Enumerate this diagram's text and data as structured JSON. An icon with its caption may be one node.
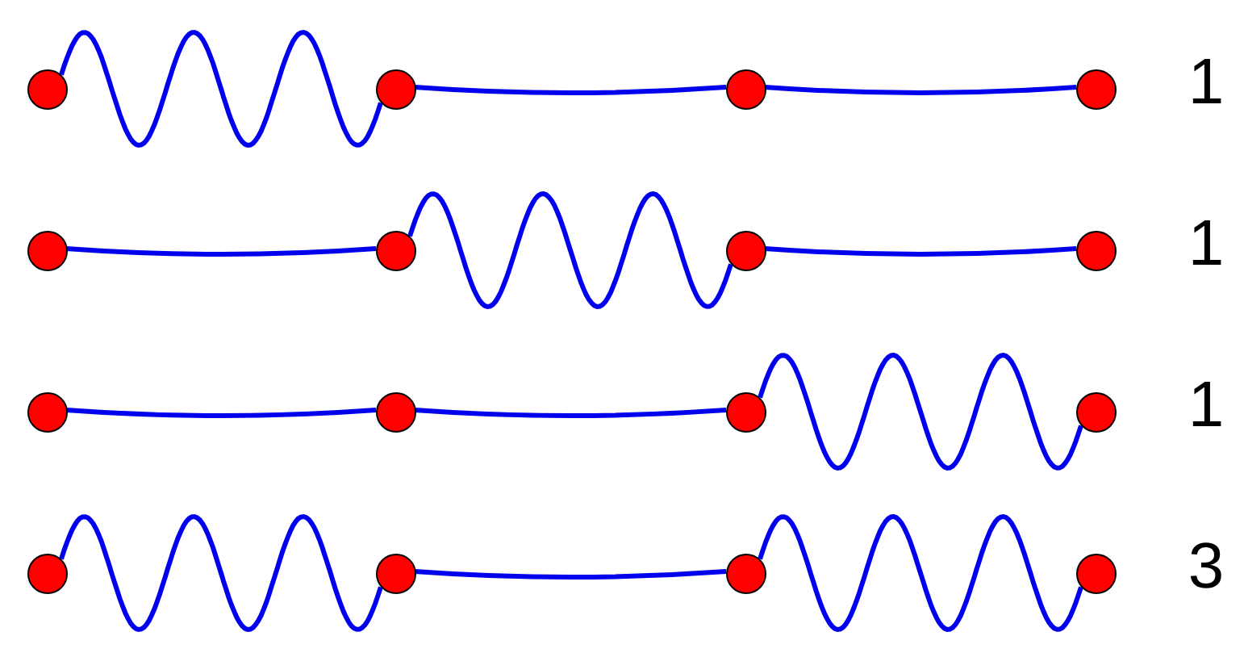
{
  "diagram": {
    "nodes": [
      {
        "text": [],
        "shape": "circle"
      },
      {
        "text": [],
        "shape": "circle"
      },
      {
        "text": [],
        "shape": "circle"
      },
      {
        "text": [],
        "shape": "circle"
      },
      {
        "text": [],
        "shape": "circle"
      },
      {
        "text": [],
        "shape": "circle"
      },
      {
        "text": [],
        "shape": "circle"
      },
      {
        "text": [],
        "shape": "circle"
      },
      {
        "text": [],
        "shape": "circle"
      },
      {
        "text": [],
        "shape": "circle"
      },
      {
        "text": [],
        "shape": "circle"
      },
      {
        "text": [],
        "shape": "circle"
      },
      {
        "text": [],
        "shape": "circle"
      },
      {
        "text": [],
        "shape": "circle"
      },
      {
        "text": [],
        "shape": "circle"
      },
      {
        "text": [],
        "shape": "circle"
      }
    ],
    "edges": [
      {
        "from": 0,
        "to": 1,
        "arrow": "none"
      },
      {
        "from": 1,
        "to": 2,
        "arrow": "none"
      },
      {
        "from": 2,
        "to": 3,
        "arrow": "none"
      },
      {
        "from": 4,
        "to": 5,
        "arrow": "none"
      },
      {
        "from": 5,
        "to": 6,
        "arrow": "none"
      },
      {
        "from": 6,
        "to": 7,
        "arrow": "none"
      },
      {
        "from": 8,
        "to": 9,
        "arrow": "none"
      },
      {
        "from": 9,
        "to": 10,
        "arrow": "none"
      },
      {
        "from": 10,
        "to": 11,
        "arrow": "none"
      },
      {
        "from": 12,
        "to": 13,
        "arrow": "none"
      },
      {
        "from": 13,
        "to": 14,
        "arrow": "none"
      },
      {
        "from": 14,
        "to": 15,
        "arrow": "none"
      }
    ],
    "labels": [
      "1",
      "1",
      "1",
      "3"
    ]
  }
}
